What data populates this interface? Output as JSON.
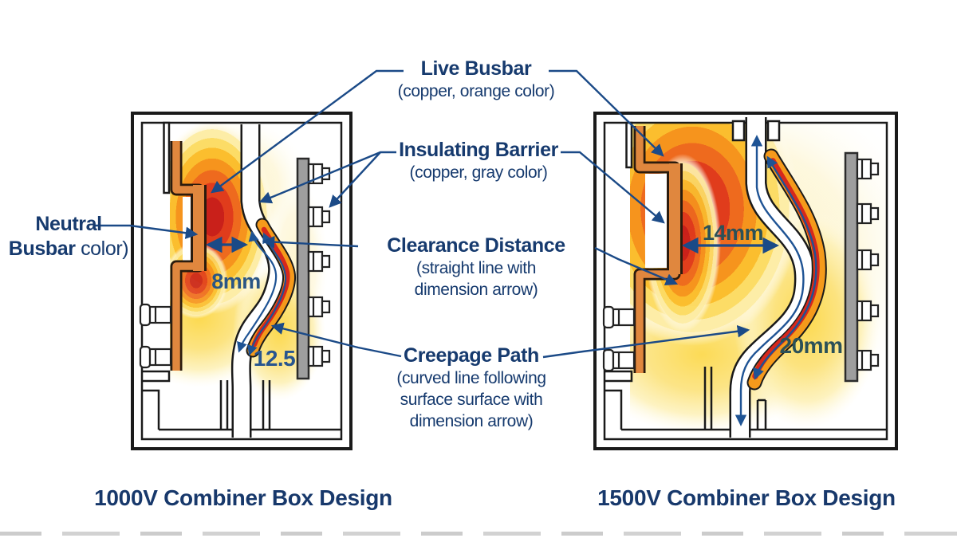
{
  "figure": {
    "left_title": "1000V Combiner Box Design",
    "right_title": "1500V Combiner Box Design"
  },
  "callouts": {
    "live_busbar": {
      "title": "Live Busbar",
      "subtitle": "(copper, orange color)"
    },
    "insulating_barrier": {
      "title": "Insulating Barrier",
      "subtitle": "(copper, gray color)"
    },
    "clearance_distance": {
      "title": "Clearance Distance",
      "subtitle_line1": "(straight line with",
      "subtitle_line2": "dimension arrow)"
    },
    "creepage_path": {
      "title": "Creepage Path",
      "subtitle_line1": "(curved line following",
      "subtitle_line2": "surface surface with",
      "subtitle_line3": "dimension arrow)"
    },
    "neutral_busbar": {
      "line1": "Neutral",
      "line2_strong": "Busbar",
      "line2_rest": "color)"
    }
  },
  "dimensions": {
    "left_clearance": "8mm",
    "left_creepage": "12.5",
    "right_clearance": "14mm",
    "right_creepage": "20mm"
  },
  "colors": {
    "label_text": "#163a6e",
    "leader_arrow": "#1b4a87",
    "busbar_orange": "#e0873e",
    "heat_core_red": "#c9201a",
    "heat_yellow": "#fcd94f",
    "barrier_gray": "#9e9e9e",
    "dimension_text_left": "#2a5585",
    "dimension_text_right": "#2b5158"
  }
}
